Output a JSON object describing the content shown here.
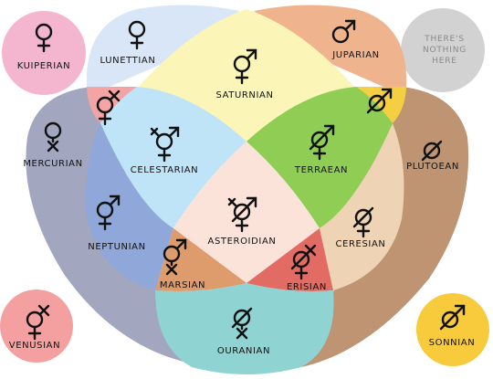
{
  "regions": {
    "kuiperian": "KUIPERIAN",
    "lunettian": "LUNETTIAN",
    "saturnian": "SATURNIAN",
    "juparian": "JUPARIAN",
    "note": [
      "THERE'S",
      "NOTHING",
      "HERE"
    ],
    "mercurian": "MERCURIAN",
    "celestarian": "CELESTARIAN",
    "terraean": "TERRAEAN",
    "plutoean": "PLUTOEAN",
    "neptunian": "NEPTUNIAN",
    "asteroidian": "ASTEROIDIAN",
    "ceresian": "CERESIAN",
    "marsian": "MARSIAN",
    "erisian": "ERISIAN",
    "venusian": "VENUSIAN",
    "ouranian": "OURANIAN",
    "sonnian": "SONNIAN"
  },
  "symbols": {
    "kuiperian": "venus-symbol",
    "lunettian": "venus-symbol",
    "saturnian": "mars-venus-symbol",
    "juparian": "mars-symbol",
    "mercurian": "neuter-cross-symbol",
    "celestarian": "trigender-symbol",
    "terraean": "slashed-venus-symbol",
    "plutoean": "slashed-circle-symbol",
    "venusian_corner": "mars-stroke-venus-symbol",
    "neptunian": "mars-venus-symbol",
    "asteroidian": "trigender-slashed-symbol",
    "ceresian": "slashed-venus-symbol",
    "marsian": "mars-cross-symbol",
    "erisian": "mars-stroke-slashed-symbol",
    "venusian": "mars-stroke-venus-symbol",
    "ouranian": "slashed-cross-symbol",
    "sonnian": "mars-slashed-symbol"
  },
  "colors": {
    "kuiperian": "#f4b6cf",
    "lunettian": "#d9e6f7",
    "saturnian": "#fbf6b8",
    "juparian": "#efb48e",
    "note": "#d2d2d2",
    "mercurian": "#a3a6bf",
    "celestarian": "#bfe4f8",
    "terraean": "#8fcd54",
    "plutoean": "#bf9473",
    "corner_left": "#f4a4a4",
    "corner_right": "#f5cf42",
    "neptunian": "#8fa8d9",
    "asteroidian": "#fbe3da",
    "ceresian": "#efd3b5",
    "marsian": "#de9b6b",
    "erisian": "#e26b63",
    "venusian": "#f4a0a0",
    "ouranian": "#8fd3d2",
    "sonnian": "#f7cb3b"
  }
}
